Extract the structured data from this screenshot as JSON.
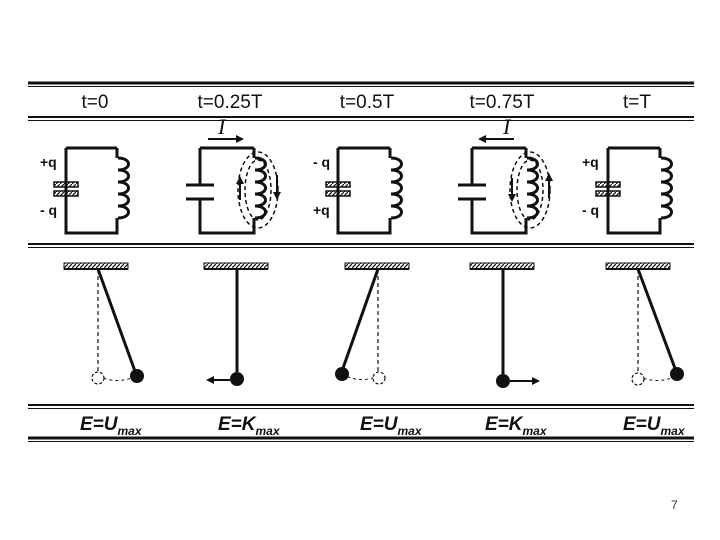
{
  "columns": [
    {
      "time_label": "t=0",
      "plate_top": "+q",
      "plate_bottom": "- q",
      "energy_symbol": "E=U",
      "energy_subscript": "max"
    },
    {
      "time_label": "t=0.25T",
      "current_label": "I",
      "energy_symbol": "E=K",
      "energy_subscript": "max"
    },
    {
      "time_label": "t=0.5T",
      "plate_top": "- q",
      "plate_bottom": "+q",
      "energy_symbol": "E=U",
      "energy_subscript": "max"
    },
    {
      "time_label": "t=0.75T",
      "current_label": "I",
      "energy_symbol": "E=K",
      "energy_subscript": "max"
    },
    {
      "time_label": "t=T",
      "plate_top": "+q",
      "plate_bottom": "- q",
      "energy_symbol": "E=U",
      "energy_subscript": "max"
    }
  ],
  "page_number": "7"
}
